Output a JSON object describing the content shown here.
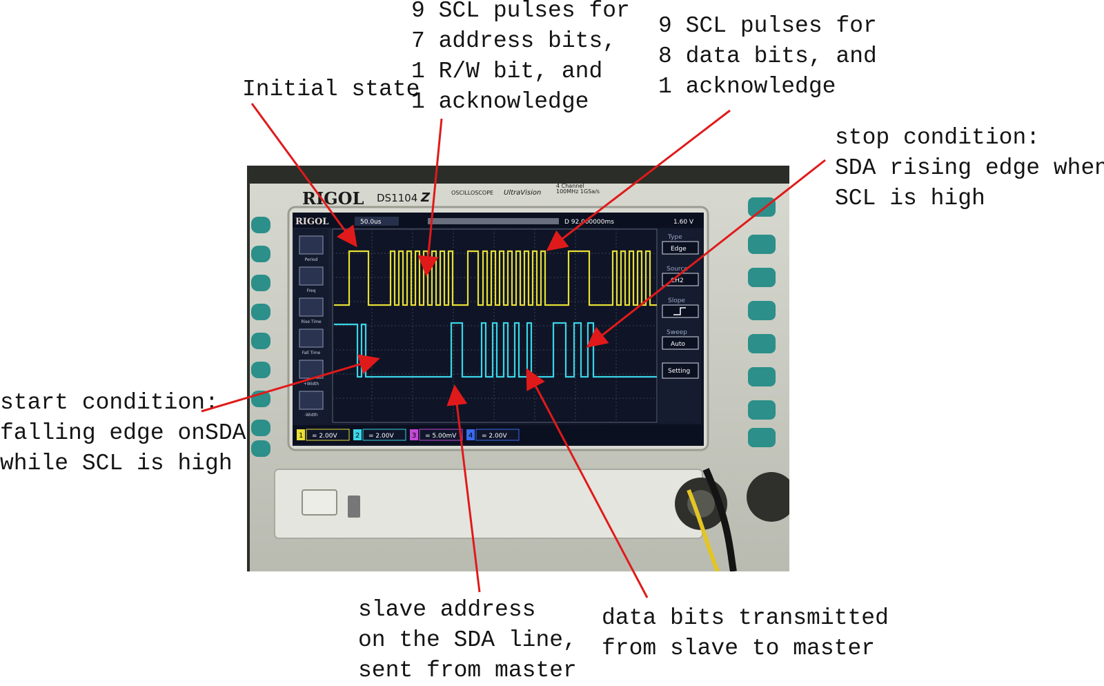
{
  "annotations": {
    "initial_state": "Initial state",
    "address_pulses": "9 SCL pulses for\n7 address bits,\n1 R/W bit, and\n1 acknowledge",
    "data_pulses": "9 SCL pulses for\n8 data bits, and\n1 acknowledge",
    "stop_condition": "stop condition:\nSDA rising edge when\nSCL is high",
    "start_condition": "start condition:\nfalling edge onSDA\nwhile SCL is high",
    "slave_address": "slave address\non the SDA line,\nsent from master",
    "data_bits": "data bits transmitted\nfrom slave to master"
  },
  "scope": {
    "brand": "RIGOL",
    "model": "DS1104",
    "model_suffix": "Z",
    "label_oscilloscope": "OSCILLOSCOPE",
    "label_ultravision": "UltraVision",
    "spec_channels": "4 Channel",
    "spec_rate": "100MHz 1GSa/s",
    "screen_brand": "RIGOL",
    "trigger_level": "1.60 V",
    "delay_readout": "D 92.000000ms",
    "timebase": "50.0us",
    "menu": {
      "type_title": "Type",
      "type_value": "Edge",
      "source_title": "Source",
      "source_value": "CH2",
      "slope_title": "Slope",
      "sweep_title": "Sweep",
      "sweep_value": "Auto",
      "setting_label": "Setting"
    },
    "left_menu": [
      "Period",
      "Freq",
      "Rise Time",
      "Fall Time",
      "+Width",
      "-Width"
    ],
    "channels": [
      {
        "num": "1",
        "scale": "2.00V",
        "color": "#e8df35"
      },
      {
        "num": "2",
        "scale": "2.00V",
        "color": "#3ad6e8"
      },
      {
        "num": "3",
        "scale": "5.00mV",
        "color": "#c24ad6"
      },
      {
        "num": "4",
        "scale": "2.00V",
        "color": "#3a6bf0"
      }
    ],
    "channel_colors": {
      "ch1": "#e8df35",
      "ch2": "#3ad6e8",
      "arrow": "#e01a1a"
    }
  }
}
